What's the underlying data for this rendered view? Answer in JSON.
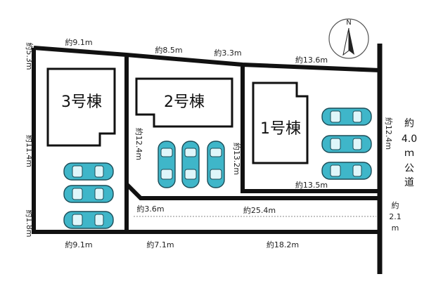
{
  "buildings": {
    "b3": "3号棟",
    "b2": "2号棟",
    "b1": "1号棟"
  },
  "compass": {
    "label": "N"
  },
  "road": {
    "line1": "約",
    "line2": "4.0",
    "line3": "ｍ",
    "line4": "公",
    "line5": "道"
  },
  "dimensions": {
    "top_left": "約9.1m",
    "top_mid1": "約8.5m",
    "top_mid2": "約3.3m",
    "top_right": "約13.6m",
    "left_top": "約5.3m",
    "left_mid": "約11.4m",
    "left_bottom": "約1.8m",
    "b2_left": "約12.4m",
    "b2_right": "約13.2m",
    "right_side": "約12.4m",
    "lot1_bottom": "約13.5m",
    "path_left": "約3.6m",
    "path_long": "約25.4m",
    "road_gap_1": "約",
    "road_gap_2": "2.1",
    "road_gap_3": "m",
    "bottom_left": "約9.1m",
    "bottom_mid": "約7.1m",
    "bottom_right": "約18.2m"
  },
  "colors": {
    "car": "#3fb6c9",
    "boundary": "#111111"
  }
}
